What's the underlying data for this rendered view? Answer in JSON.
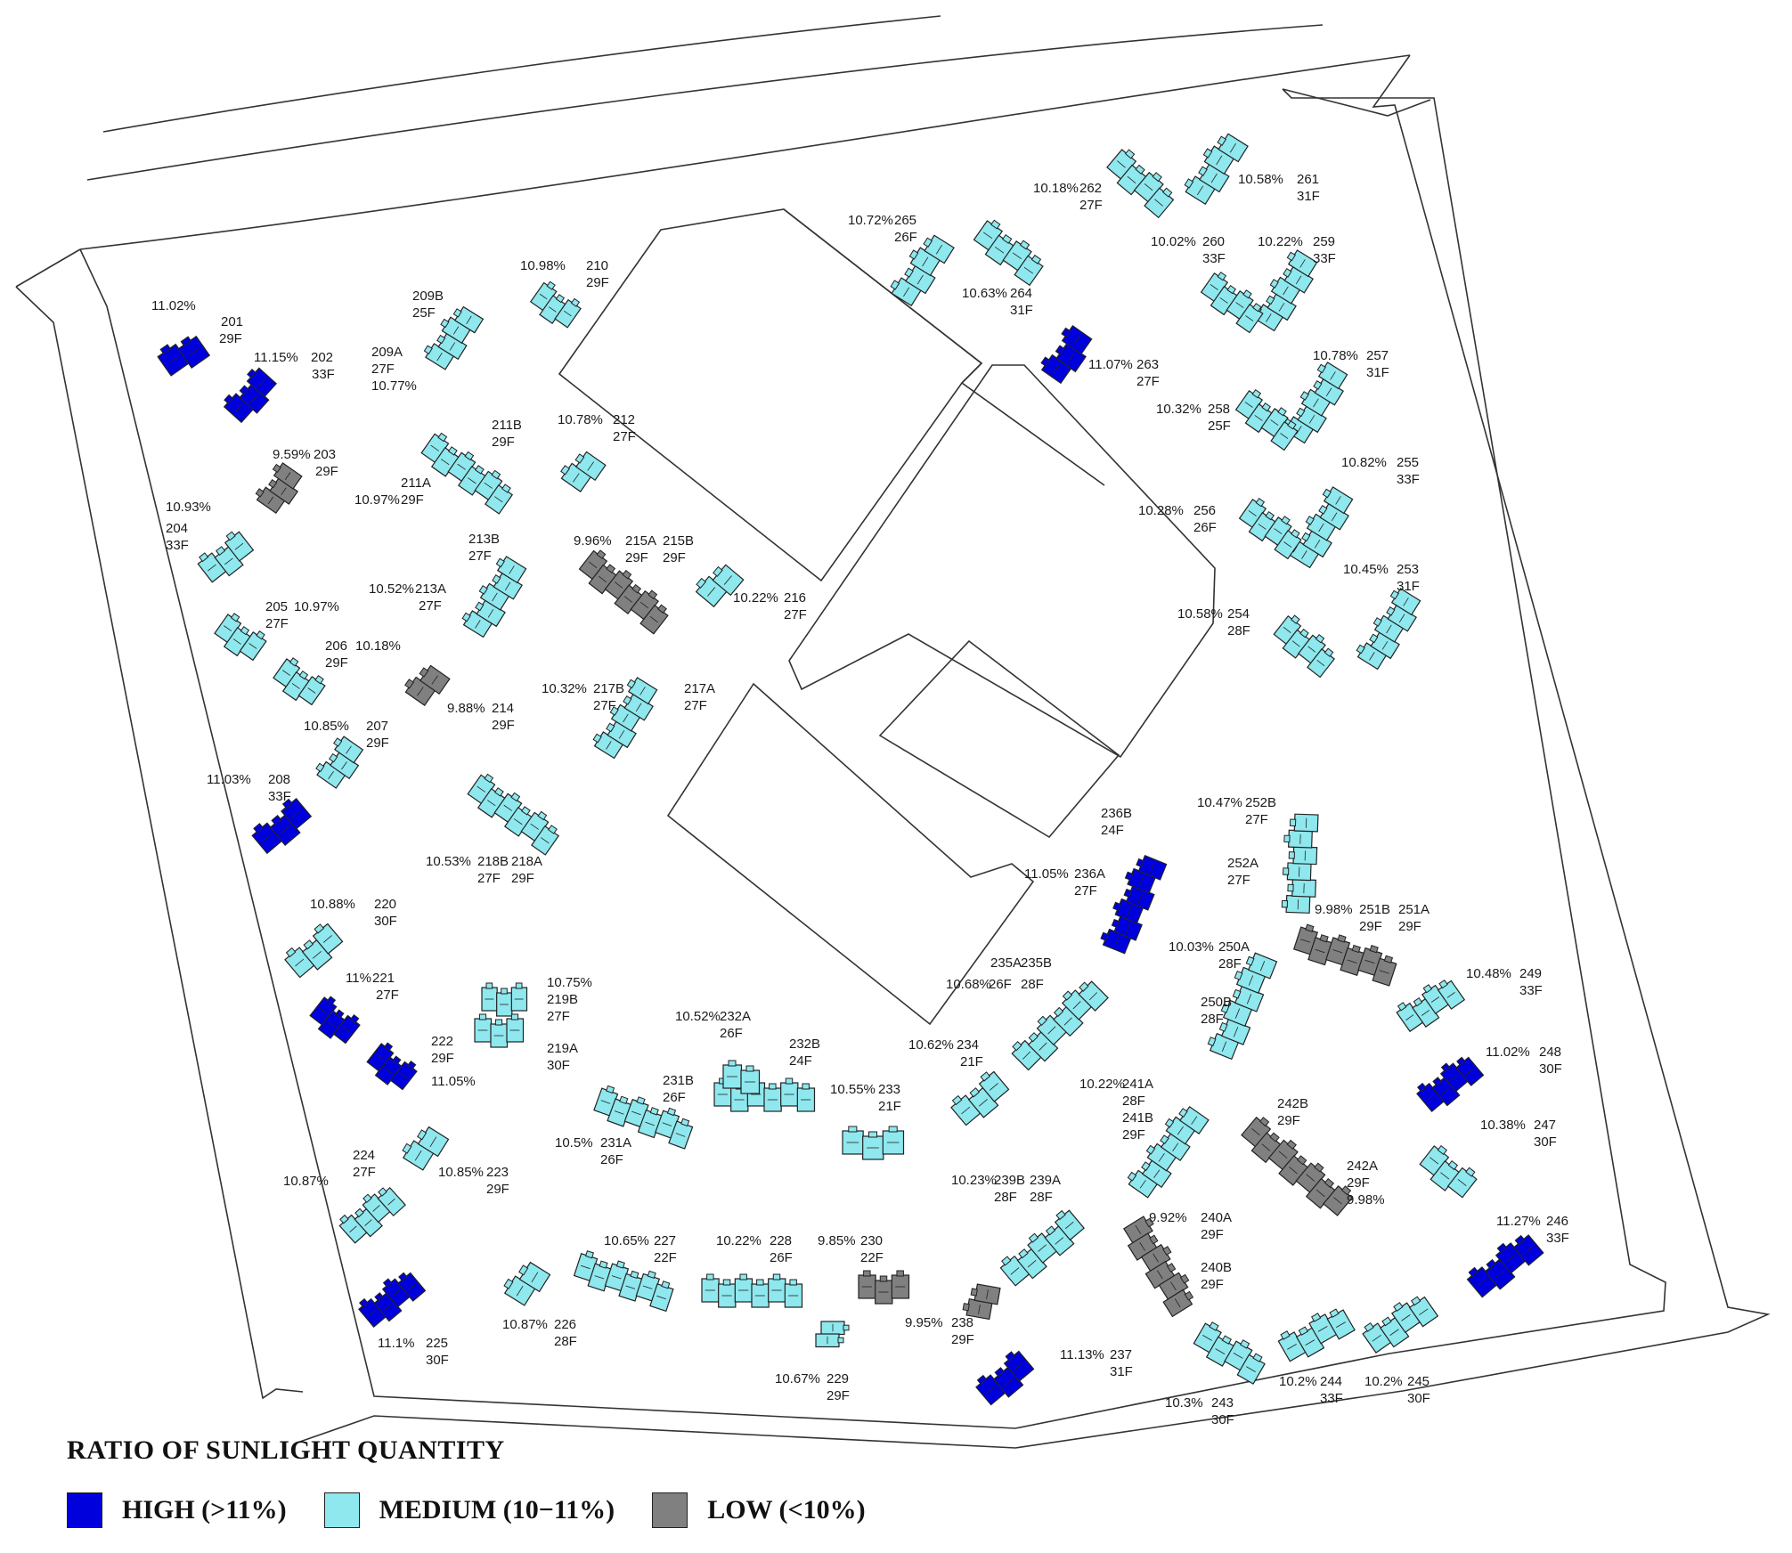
{
  "colors": {
    "high": "#0000dd",
    "medium": "#8ee8ee",
    "low": "#808080",
    "line": "#333333"
  },
  "legend": {
    "title": "RATIO OF SUNLIGHT QUANTITY",
    "items": [
      {
        "label": "HIGH (>11%)",
        "level": "high"
      },
      {
        "label": "MEDIUM (10−11%)",
        "level": "medium"
      },
      {
        "label": "LOW (<10%)",
        "level": "low"
      }
    ]
  },
  "buildings": [
    {
      "id": "201",
      "level": "high",
      "texts": [
        "11.02%",
        "201",
        "29F"
      ]
    },
    {
      "id": "202",
      "level": "high",
      "texts": [
        "11.15%",
        "202",
        "33F"
      ]
    },
    {
      "id": "203",
      "level": "low",
      "texts": [
        "9.59%",
        "203",
        "29F"
      ]
    },
    {
      "id": "204",
      "level": "medium",
      "texts": [
        "10.93%",
        "204",
        "33F"
      ]
    },
    {
      "id": "205",
      "level": "medium",
      "texts": [
        "205",
        "10.97%",
        "27F"
      ]
    },
    {
      "id": "206",
      "level": "medium",
      "texts": [
        "206",
        "10.18%",
        "29F"
      ]
    },
    {
      "id": "207",
      "level": "medium",
      "texts": [
        "10.85%",
        "207",
        "29F"
      ]
    },
    {
      "id": "208",
      "level": "high",
      "texts": [
        "11.03%",
        "208",
        "33F"
      ]
    },
    {
      "id": "209",
      "level": "medium",
      "texts": [
        "209B",
        "25F",
        "209A",
        "27F",
        "10.77%"
      ]
    },
    {
      "id": "210",
      "level": "medium",
      "texts": [
        "10.98%",
        "210",
        "29F"
      ]
    },
    {
      "id": "211",
      "level": "medium",
      "texts": [
        "211B",
        "29F",
        "211A",
        "10.97%",
        "29F"
      ]
    },
    {
      "id": "212",
      "level": "medium",
      "texts": [
        "10.78%",
        "212",
        "27F"
      ]
    },
    {
      "id": "213",
      "level": "medium",
      "texts": [
        "213B",
        "27F",
        "10.52%",
        "213A",
        "27F"
      ]
    },
    {
      "id": "214",
      "level": "low",
      "texts": [
        "9.88%",
        "214",
        "29F"
      ]
    },
    {
      "id": "215",
      "level": "low",
      "texts": [
        "9.96%",
        "215A",
        "29F",
        "215B",
        "29F"
      ]
    },
    {
      "id": "216",
      "level": "medium",
      "texts": [
        "10.22%",
        "216",
        "27F"
      ]
    },
    {
      "id": "217",
      "level": "medium",
      "texts": [
        "10.32%",
        "217B",
        "27F",
        "217A",
        "27F"
      ]
    },
    {
      "id": "218",
      "level": "medium",
      "texts": [
        "10.53%",
        "218B",
        "27F",
        "218A",
        "29F"
      ]
    },
    {
      "id": "219",
      "level": "medium",
      "texts": [
        "10.75%",
        "219B",
        "27F",
        "219A",
        "30F"
      ]
    },
    {
      "id": "220",
      "level": "medium",
      "texts": [
        "10.88%",
        "220",
        "30F"
      ]
    },
    {
      "id": "221",
      "level": "high",
      "texts": [
        "11%",
        "221",
        "27F"
      ]
    },
    {
      "id": "222",
      "level": "high",
      "texts": [
        "222",
        "29F",
        "11.05%"
      ]
    },
    {
      "id": "223",
      "level": "medium",
      "texts": [
        "10.85%",
        "223",
        "29F"
      ]
    },
    {
      "id": "224",
      "level": "medium",
      "texts": [
        "224",
        "27F",
        "10.87%"
      ]
    },
    {
      "id": "225",
      "level": "high",
      "texts": [
        "11.1%",
        "225",
        "30F"
      ]
    },
    {
      "id": "226",
      "level": "medium",
      "texts": [
        "10.87%",
        "226",
        "28F"
      ]
    },
    {
      "id": "227",
      "level": "medium",
      "texts": [
        "10.65%",
        "227",
        "22F"
      ]
    },
    {
      "id": "228",
      "level": "medium",
      "texts": [
        "10.22%",
        "228",
        "26F"
      ]
    },
    {
      "id": "229",
      "level": "medium",
      "texts": [
        "10.67%",
        "229",
        "29F"
      ]
    },
    {
      "id": "230",
      "level": "low",
      "texts": [
        "9.85%",
        "230",
        "22F"
      ]
    },
    {
      "id": "231",
      "level": "medium",
      "texts": [
        "231B",
        "26F",
        "10.5%",
        "231A",
        "26F"
      ]
    },
    {
      "id": "232",
      "level": "medium",
      "texts": [
        "10.52%",
        "232A",
        "26F",
        "232B",
        "24F"
      ]
    },
    {
      "id": "233",
      "level": "medium",
      "texts": [
        "10.55%",
        "233",
        "21F"
      ]
    },
    {
      "id": "234",
      "level": "medium",
      "texts": [
        "10.62%",
        "234",
        "21F"
      ]
    },
    {
      "id": "235",
      "level": "medium",
      "texts": [
        "235A",
        "235B",
        "10.68%",
        "26F",
        "28F"
      ]
    },
    {
      "id": "236",
      "level": "high",
      "texts": [
        "236B",
        "24F",
        "11.05%",
        "236A",
        "27F"
      ]
    },
    {
      "id": "237",
      "level": "high",
      "texts": [
        "11.13%",
        "237",
        "31F"
      ]
    },
    {
      "id": "238",
      "level": "low",
      "texts": [
        "9.95%",
        "238",
        "29F"
      ]
    },
    {
      "id": "239",
      "level": "medium",
      "texts": [
        "10.23%",
        "239B",
        "239A",
        "28F",
        "28F"
      ]
    },
    {
      "id": "240",
      "level": "low",
      "texts": [
        "9.92%",
        "240A",
        "29F",
        "240B",
        "29F"
      ]
    },
    {
      "id": "241",
      "level": "medium",
      "texts": [
        "10.22%",
        "241A",
        "28F",
        "241B",
        "29F"
      ]
    },
    {
      "id": "242",
      "level": "low",
      "texts": [
        "242B",
        "29F",
        "242A",
        "29F",
        "9.98%"
      ]
    },
    {
      "id": "243",
      "level": "medium",
      "texts": [
        "10.3%",
        "243",
        "30F"
      ]
    },
    {
      "id": "244",
      "level": "medium",
      "texts": [
        "10.2%",
        "244",
        "33F"
      ]
    },
    {
      "id": "245",
      "level": "medium",
      "texts": [
        "10.2%",
        "245",
        "30F"
      ]
    },
    {
      "id": "246",
      "level": "high",
      "texts": [
        "11.27%",
        "246",
        "33F"
      ]
    },
    {
      "id": "247",
      "level": "medium",
      "texts": [
        "10.38%",
        "247",
        "30F"
      ]
    },
    {
      "id": "248",
      "level": "high",
      "texts": [
        "11.02%",
        "248",
        "30F"
      ]
    },
    {
      "id": "249",
      "level": "medium",
      "texts": [
        "10.48%",
        "249",
        "33F"
      ]
    },
    {
      "id": "250",
      "level": "medium",
      "texts": [
        "10.03%",
        "250A",
        "28F",
        "250B",
        "28F"
      ]
    },
    {
      "id": "251",
      "level": "low",
      "texts": [
        "9.98%",
        "251B",
        "29F",
        "251A",
        "29F"
      ]
    },
    {
      "id": "252",
      "level": "medium",
      "texts": [
        "10.47%",
        "252B",
        "27F",
        "252A",
        "27F"
      ]
    },
    {
      "id": "253",
      "level": "medium",
      "texts": [
        "10.45%",
        "253",
        "31F"
      ]
    },
    {
      "id": "254",
      "level": "medium",
      "texts": [
        "10.58%",
        "254",
        "28F"
      ]
    },
    {
      "id": "255",
      "level": "medium",
      "texts": [
        "10.82%",
        "255",
        "33F"
      ]
    },
    {
      "id": "256",
      "level": "medium",
      "texts": [
        "10.28%",
        "256",
        "26F"
      ]
    },
    {
      "id": "257",
      "level": "medium",
      "texts": [
        "10.78%",
        "257",
        "31F"
      ]
    },
    {
      "id": "258",
      "level": "medium",
      "texts": [
        "10.32%",
        "258",
        "25F"
      ]
    },
    {
      "id": "259",
      "level": "medium",
      "texts": [
        "10.22%",
        "259",
        "33F"
      ]
    },
    {
      "id": "260",
      "level": "medium",
      "texts": [
        "10.02%",
        "260",
        "33F"
      ]
    },
    {
      "id": "261",
      "level": "medium",
      "texts": [
        "10.58%",
        "261",
        "31F"
      ]
    },
    {
      "id": "262",
      "level": "medium",
      "texts": [
        "10.18%",
        "262",
        "27F"
      ]
    },
    {
      "id": "263",
      "level": "high",
      "texts": [
        "11.07%",
        "263",
        "27F"
      ]
    },
    {
      "id": "264",
      "level": "medium",
      "texts": [
        "10.63%",
        "264",
        "31F"
      ]
    },
    {
      "id": "265",
      "level": "medium",
      "texts": [
        "10.72%",
        "265",
        "26F"
      ]
    }
  ]
}
